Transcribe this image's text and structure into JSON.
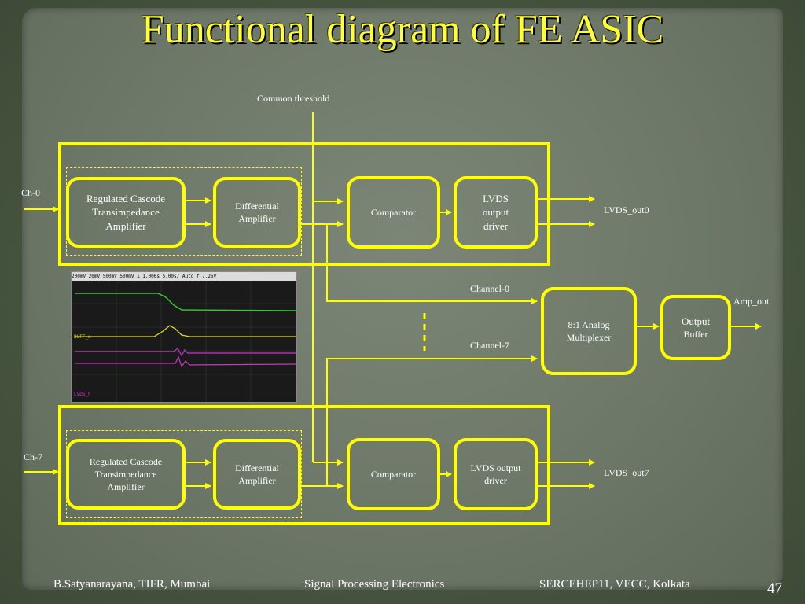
{
  "title": "Functional diagram of FE ASIC",
  "labels": {
    "common_threshold": "Common threshold",
    "ch0": "Ch-0",
    "ch7": "Ch-7",
    "lvds_out0": "LVDS_out0",
    "lvds_out7": "LVDS_out7",
    "channel0": "Channel-0",
    "channel7": "Channel-7",
    "amp_out": "Amp_out"
  },
  "blocks": {
    "rct_0": [
      "Regulated Cascode",
      "Transimpedance",
      "Amplifier"
    ],
    "diff_0": [
      "Differential",
      "Amplifier"
    ],
    "comp_0": "Comparator",
    "lvds_0": [
      "LVDS",
      "output",
      "driver"
    ],
    "rct_7": [
      "Regulated Cascode",
      "Transimpedance",
      "Amplifier"
    ],
    "diff_7": [
      "Differential",
      "Amplifier"
    ],
    "comp_7": "Comparator",
    "lvds_7": [
      "LVDS output",
      "driver"
    ],
    "mux": [
      "8:1 Analog",
      "Multiplexer"
    ],
    "outbuf": [
      "Output",
      "Buffer"
    ]
  },
  "scope": {
    "bar": "200mV  20mV  500mV  500mV ⊥  1.006s  5.00s/  Auto  f  7.25V",
    "ch_label_1": "BUFF_o",
    "ch_label_2": "LVDS_h"
  },
  "footer": {
    "author": "B.Satyanarayana, TIFR, Mumbai",
    "course": "Signal Processing Electronics",
    "event": "SERCEHEP11, VECC, Kolkata",
    "page": "47"
  },
  "colors": {
    "accent": "#ffff00",
    "title": "#ffff33",
    "scope_green": "#33cc33",
    "scope_yellow": "#d9d92a",
    "scope_magenta": "#cc33cc"
  }
}
